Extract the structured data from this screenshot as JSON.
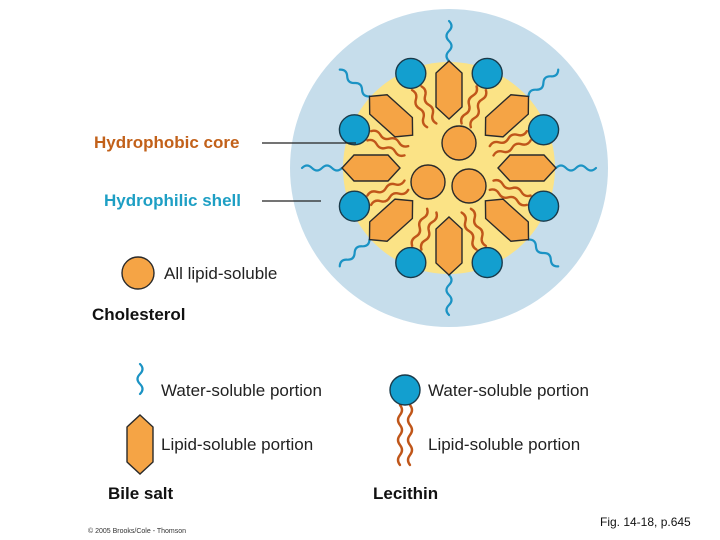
{
  "labels": {
    "hydrophobic_core": "Hydrophobic core",
    "hydrophilic_shell": "Hydrophilic shell"
  },
  "cholesterol": {
    "description": "All lipid-soluble",
    "title": "Cholesterol"
  },
  "bile_salt": {
    "water_soluble": "Water-soluble portion",
    "lipid_soluble": "Lipid-soluble portion",
    "title": "Bile salt"
  },
  "lecithin": {
    "water_soluble": "Water-soluble portion",
    "lipid_soluble": "Lipid-soluble portion",
    "title": "Lecithin"
  },
  "credit": "© 2005 Brooks/Cole - Thomson",
  "figure_ref": "Fig. 14-18, p.645",
  "colors": {
    "shell": "#c6ddeb",
    "core": "#fbe386",
    "orange_fill": "#f5a445",
    "orange_stroke": "#2a2a2a",
    "blue_head": "#139fcf",
    "tail": "#c0561a",
    "water_tail": "#1b93c4",
    "core_text": "#c2611a",
    "shell_text": "#1e9fc4"
  }
}
